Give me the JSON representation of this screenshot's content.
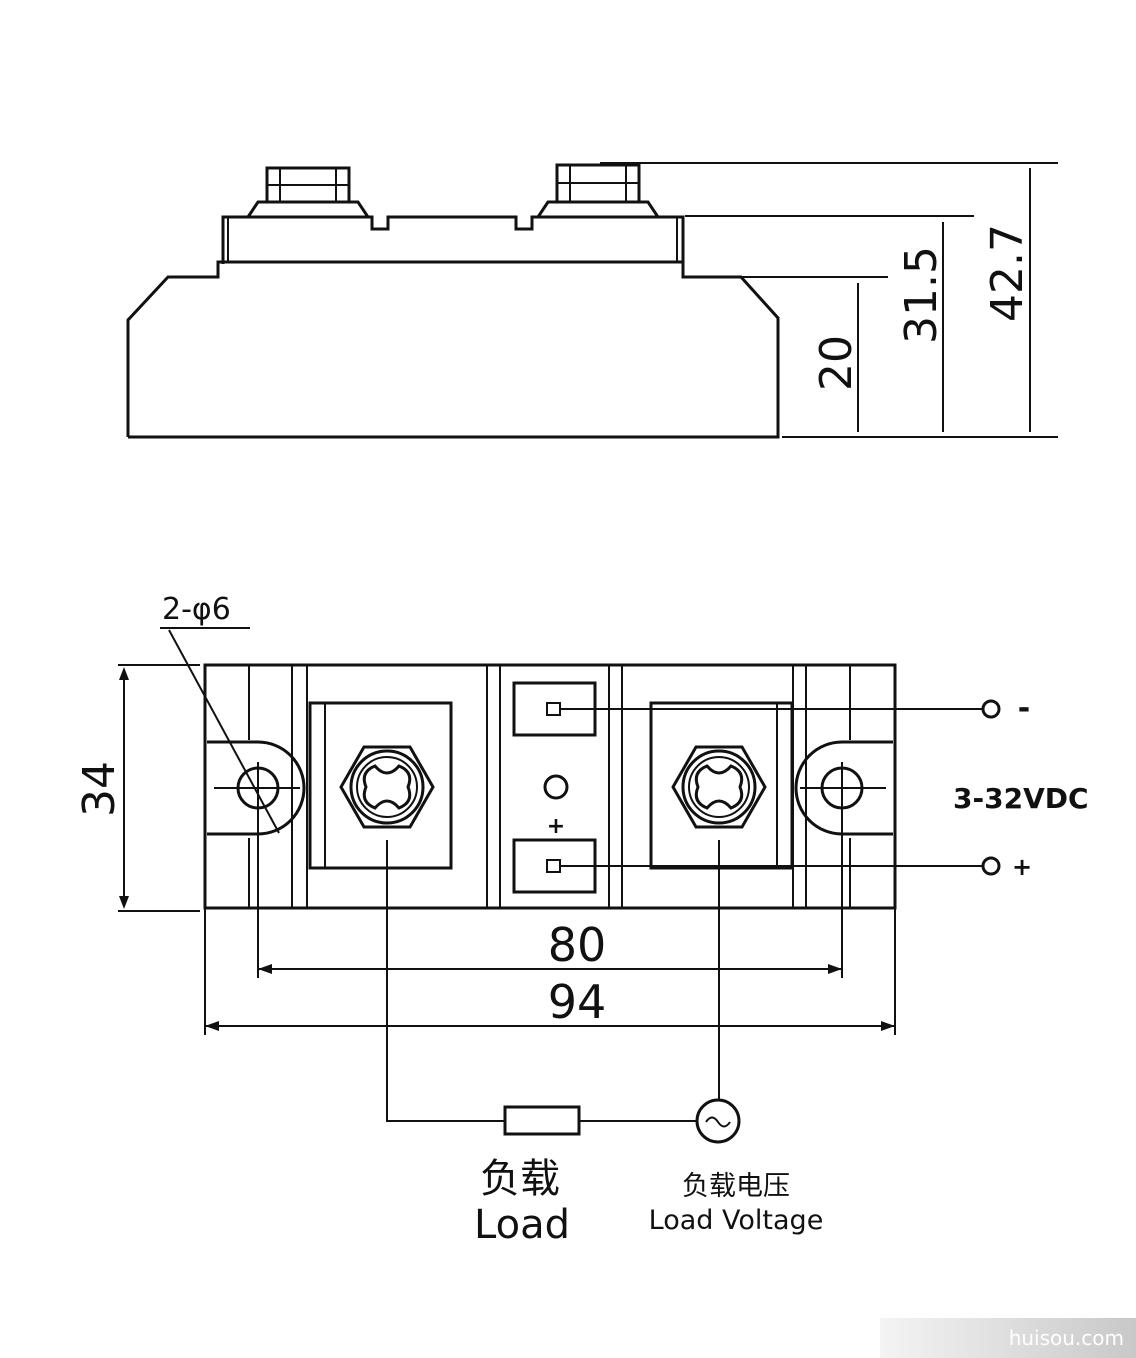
{
  "side_view": {
    "dimensions": {
      "base_height": "20",
      "body_height": "31.5",
      "total_height": "42.7"
    }
  },
  "top_view": {
    "hole_label": "2-φ6",
    "dimensions": {
      "width": "34",
      "hole_spacing": "80",
      "total_length": "94"
    },
    "terminal_marks": {
      "minus": "-",
      "plus": "+"
    },
    "control_voltage": "3-32VDC"
  },
  "circuit": {
    "load_cn": "负载",
    "load_en": "Load",
    "voltage_cn": "负载电压",
    "voltage_en": "Load Voltage"
  },
  "watermark": "huisou.com"
}
